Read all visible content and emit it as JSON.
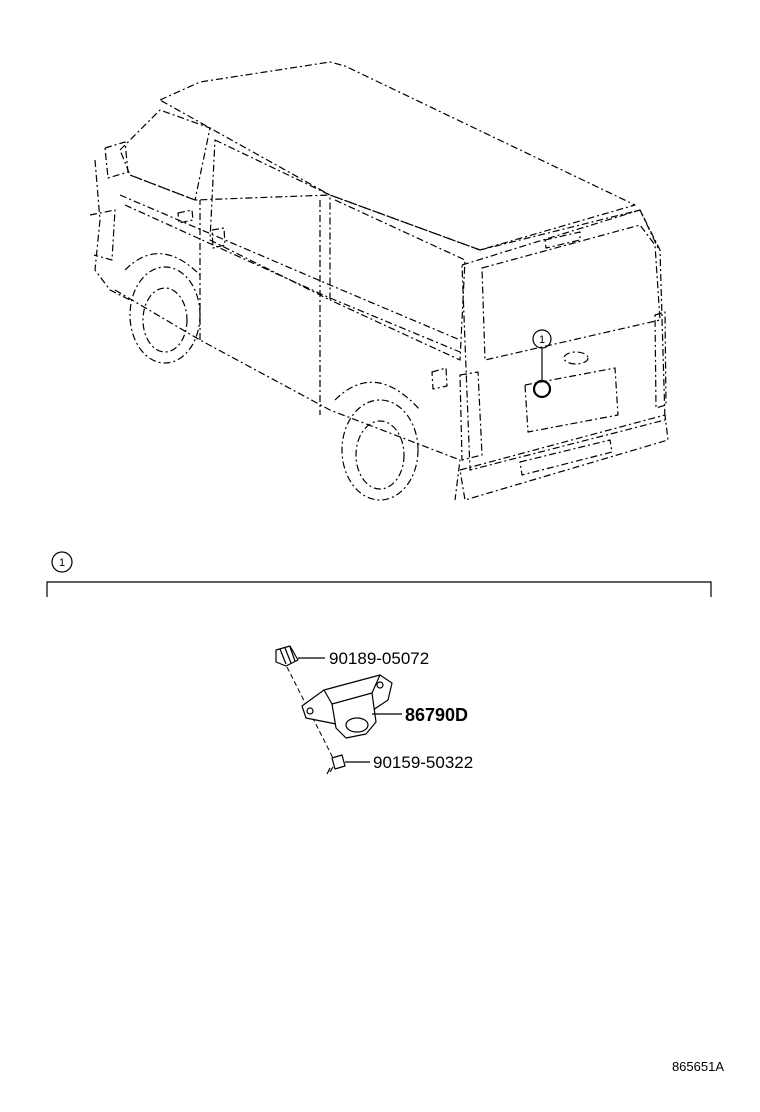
{
  "diagram": {
    "reference_code": "865651A",
    "section_marker": "1",
    "vehicle_callout": "1",
    "parts": [
      {
        "part_number": "90189-05072",
        "bold": false
      },
      {
        "part_number": "86790D",
        "bold": true
      },
      {
        "part_number": "90159-50322",
        "bold": false
      }
    ]
  }
}
